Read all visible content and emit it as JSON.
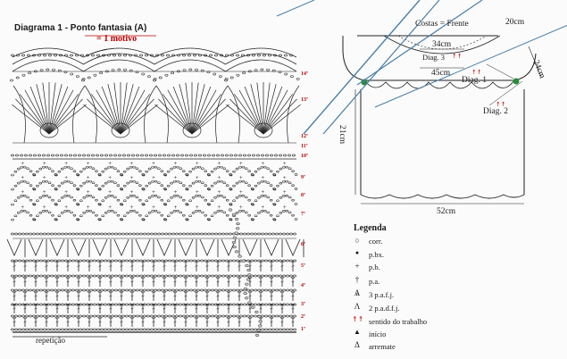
{
  "diagram": {
    "title": "Diagrama 1 - Ponto fantasia (A)",
    "motif_label": "= 1 motivo",
    "repeat_label": "repetição",
    "rows": [
      "14ª",
      "13ª",
      "12ª",
      "11ª",
      "10ª",
      "9ª",
      "8ª",
      "7ª",
      "6ª",
      "5ª",
      "4ª",
      "3ª",
      "2ª",
      "1ª"
    ]
  },
  "schema": {
    "top_label": "Costas = Frente",
    "width_20": "20cm",
    "width_34": "34cm",
    "diag3": "Diag. 3",
    "width_45": "45cm",
    "diag1": "Diag. 1",
    "side_24": "24cm",
    "diag2": "Diag. 2",
    "height_21": "21cm",
    "bottom_52": "52cm"
  },
  "legend": {
    "title": "Legenda",
    "items": [
      {
        "symbol": "○",
        "label": "corr."
      },
      {
        "symbol": "●",
        "label": "p.bx."
      },
      {
        "symbol": "+",
        "label": "p.b."
      },
      {
        "symbol": "†",
        "label": "p.a."
      },
      {
        "symbol": "Ѧ",
        "label": "3 p.a.f.j."
      },
      {
        "symbol": "Λ",
        "label": "2 p.a.d.f.j."
      },
      {
        "symbol": "↟↟",
        "label": "sentido do trabalho"
      },
      {
        "symbol": "▲",
        "label": "início"
      },
      {
        "symbol": "Δ",
        "label": "arremate"
      }
    ]
  }
}
